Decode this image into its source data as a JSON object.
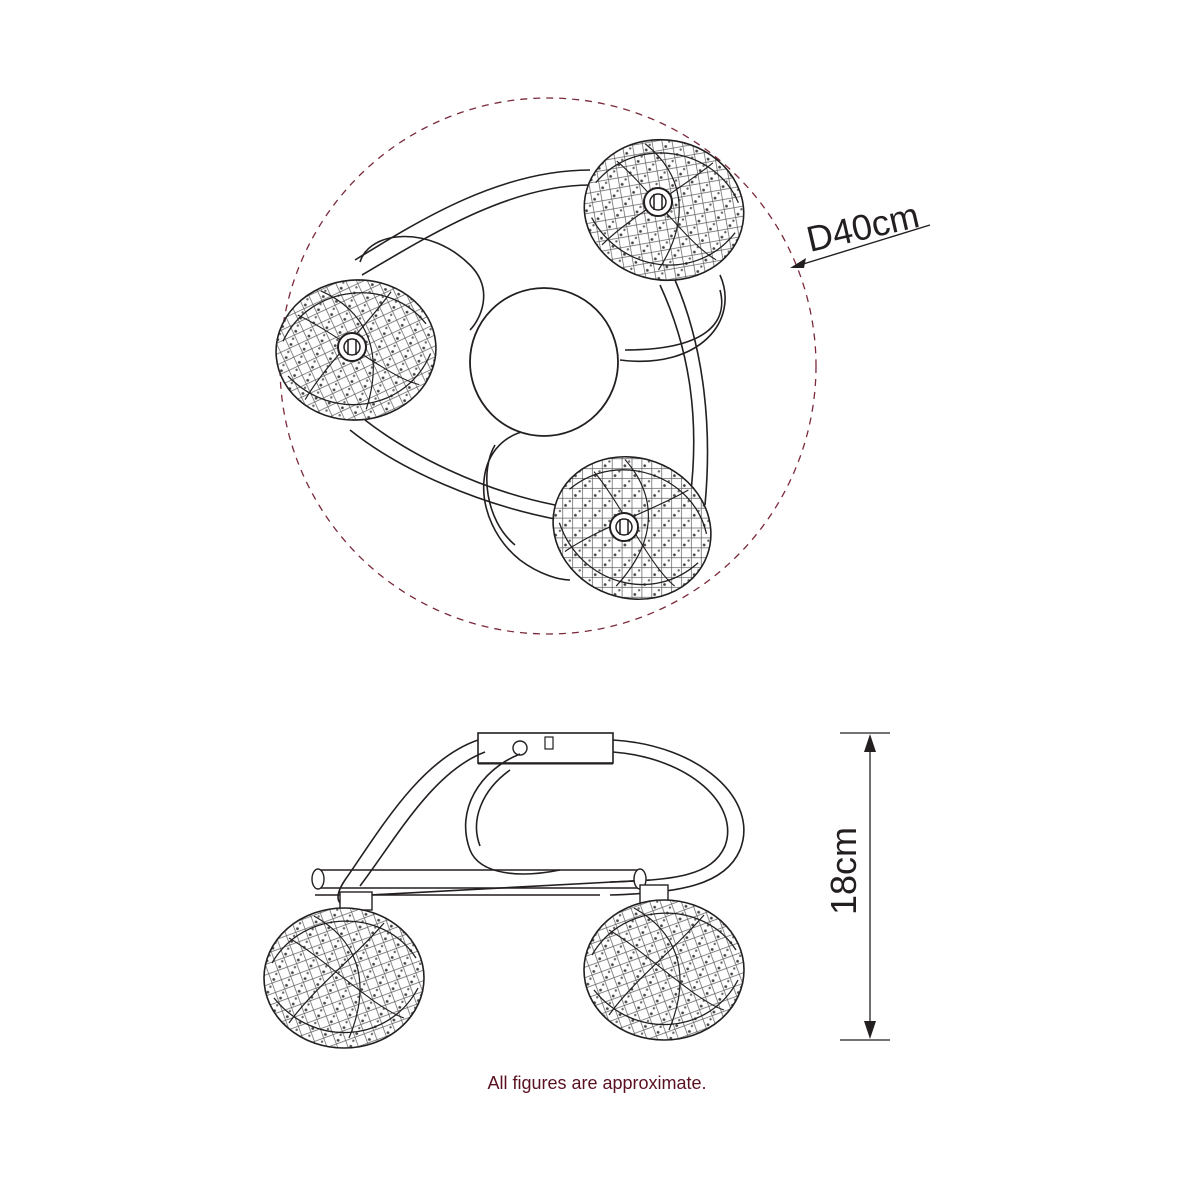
{
  "dimensions": {
    "diameter_label": "D40cm",
    "height_label": "18cm"
  },
  "footnote": "All figures are approximate.",
  "colors": {
    "line": "#231f20",
    "outline_circle": "#7a2a3a",
    "note_text": "#5a1020"
  }
}
